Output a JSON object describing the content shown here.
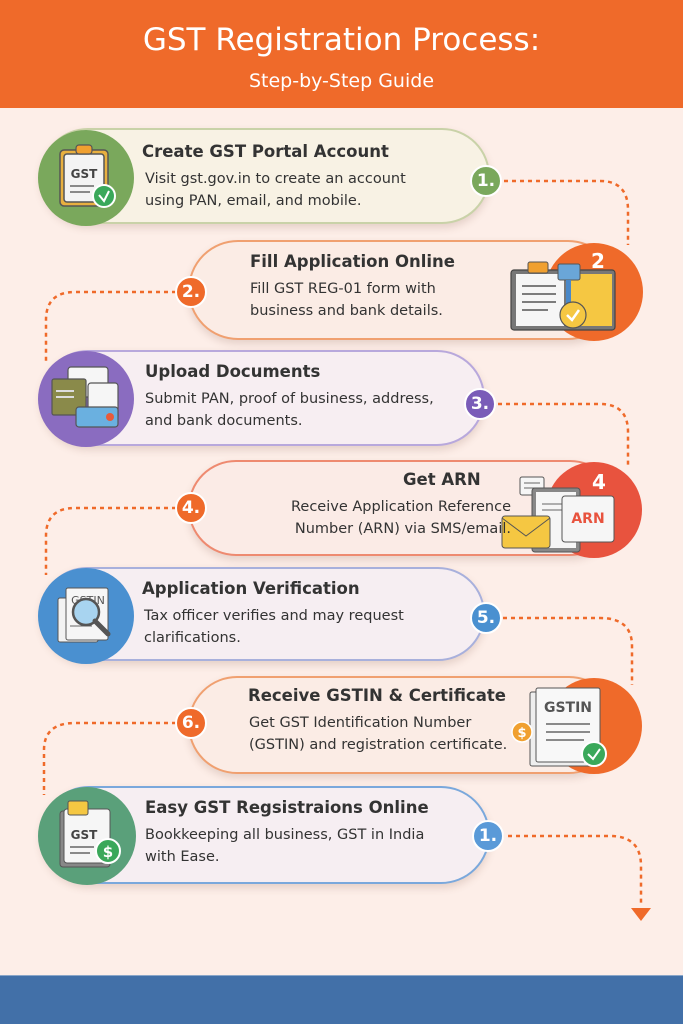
{
  "header": {
    "title": "GST Registration Process:",
    "subtitle": "Step-by-Step Guide",
    "background": "#ef6a2a"
  },
  "steps": [
    {
      "badge": "1.",
      "title": "Create GST Portal Account",
      "description": [
        "Visit gst.gov.in to create an account",
        "using PAN, email, and mobile."
      ],
      "icon": "gst-clipboard-icon",
      "color": "#7aa85c"
    },
    {
      "badge": "2.",
      "big_number": "2",
      "title": "Fill Application Online",
      "description": [
        "Fill GST REG-01 form with",
        "business and bank details."
      ],
      "icon": "application-form-icon",
      "color": "#ef6a2a"
    },
    {
      "badge": "3.",
      "title": "Upload Documents",
      "description": [
        "Submit PAN, proof of business, address,",
        "and bank documents."
      ],
      "icon": "documents-icon",
      "color": "#8a6cc0"
    },
    {
      "badge": "4.",
      "big_number": "4",
      "title": "Get ARN",
      "description": [
        "Receive Application Reference",
        "Number (ARN) via SMS/email."
      ],
      "icon": "arn-envelope-icon",
      "icon_label": "ARN",
      "color": "#e8533e"
    },
    {
      "badge": "5.",
      "title": "Application Verification",
      "description": [
        "Tax officer verifies and may request",
        "clarifications."
      ],
      "icon": "magnifier-document-icon",
      "color": "#4a90d0"
    },
    {
      "badge": "6.",
      "title": "Receive GSTIN & Certificate",
      "description": [
        "Get GST Identification Number",
        "(GSTIN) and registration certificate."
      ],
      "icon": "gstin-certificate-icon",
      "icon_label": "GSTIN",
      "color": "#ef6a2a"
    },
    {
      "badge": "1.",
      "title": "Easy GST Regsistraions Online",
      "description": [
        "Bookkeeping all business, GST in India",
        "with Ease."
      ],
      "icon": "gst-book-dollar-icon",
      "color": "#5aa07a"
    }
  ],
  "icon_labels": {
    "gst": "GST",
    "gstin": "GSTIN",
    "arn": "ARN",
    "dollar": "$"
  },
  "colors": {
    "connector": "#ef6a2a",
    "footer": "#4270a8",
    "background": "#fdeee8"
  }
}
